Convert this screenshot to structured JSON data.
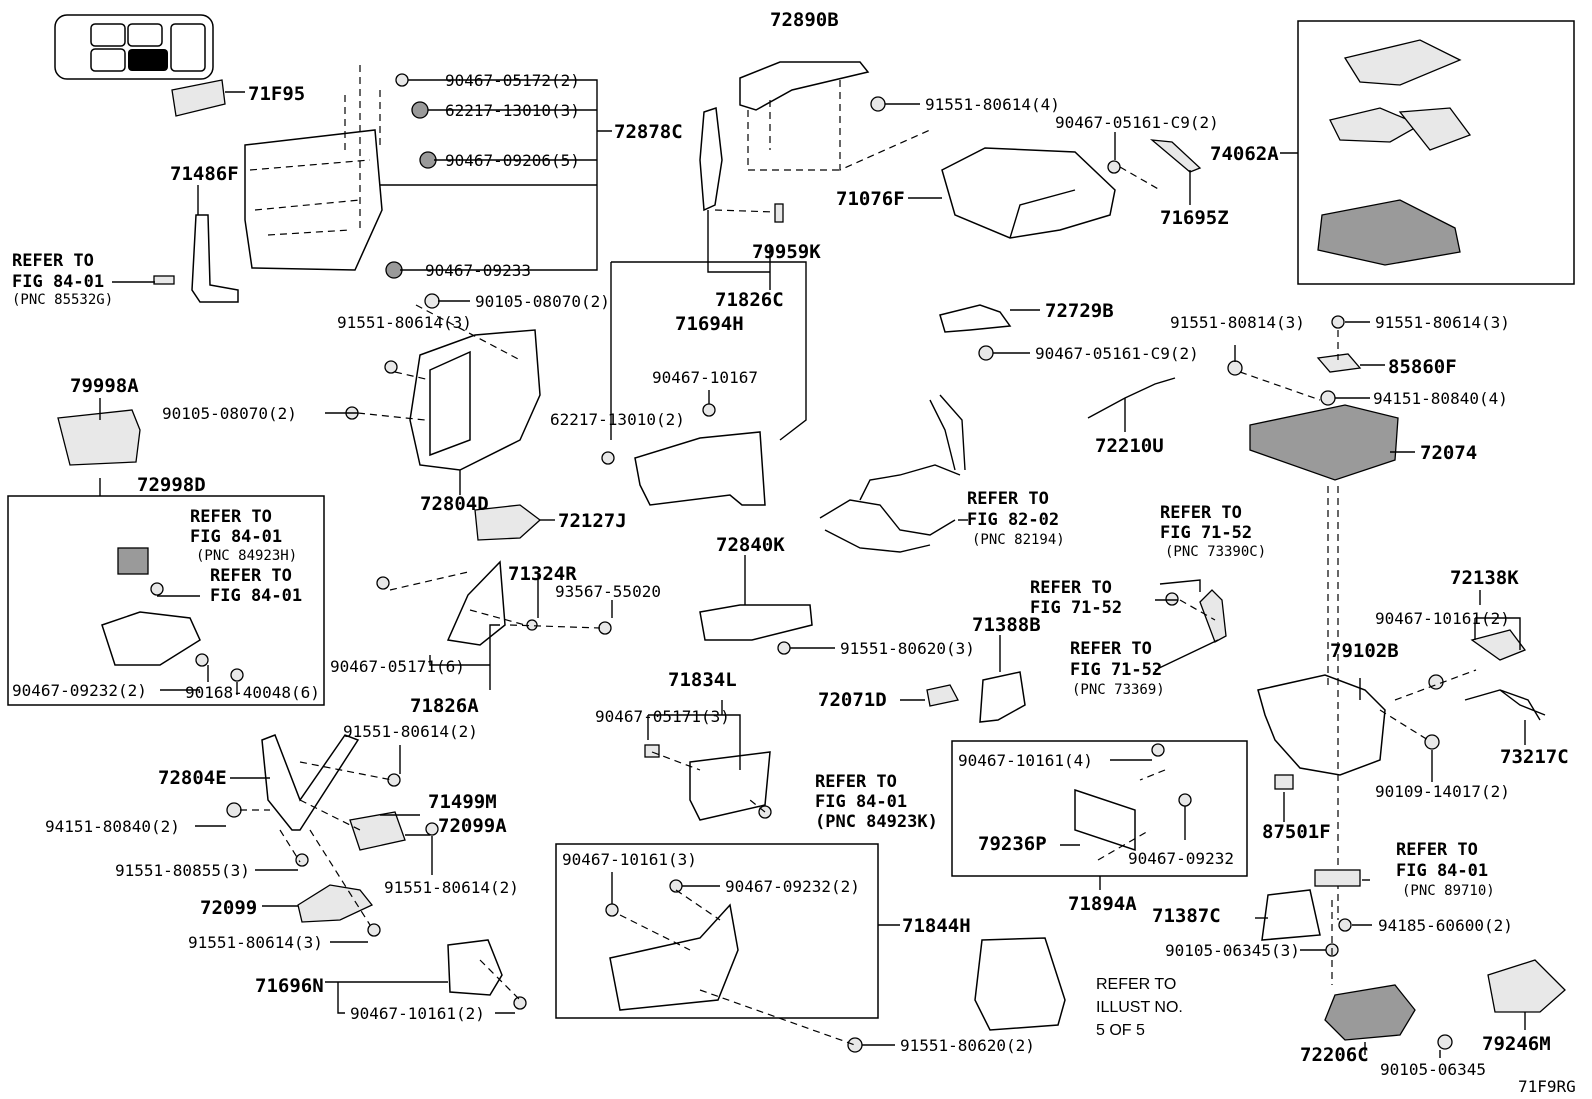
{
  "diagram_code": "71F9RG",
  "labels": {
    "p72890B": "72890B",
    "p71F95": "71F95",
    "p72878C": "72878C",
    "p90467_05172": "90467-05172(2)",
    "p62217_13010_3": "62217-13010(3)",
    "p90467_09206": "90467-09206(5)",
    "p90467_09233": "90467-09233",
    "p71486F": "71486F",
    "p90105_08070_2a": "90105-08070(2)",
    "p91551_80614_3a": "91551-80614(3)",
    "p79998A": "79998A",
    "p90105_08070_2b": "90105-08070(2)",
    "p72804D": "72804D",
    "p72998D": "72998D",
    "p91551_80614_4": "91551-80614(4)",
    "p90467_05161_C9_2a": "90467-05161-C9(2)",
    "p71076F": "71076F",
    "p71695Z": "71695Z",
    "p74062A": "74062A",
    "p79959K": "79959K",
    "p71826C": "71826C",
    "p71694H": "71694H",
    "p90467_10167": "90467-10167",
    "p62217_13010_2": "62217-13010(2)",
    "p72729B": "72729B",
    "p90467_05161_C9_2b": "90467-05161-C9(2)",
    "p91551_80814_3": "91551-80814(3)",
    "p91551_80614_3b": "91551-80614(3)",
    "p85860F": "85860F",
    "p94151_80840_4": "94151-80840(4)",
    "p72210U": "72210U",
    "p72074": "72074",
    "p72127J": "72127J",
    "p71324R": "71324R",
    "p93567_55020": "93567-55020",
    "p90467_05171_6": "90467-05171(6)",
    "p71826A": "71826A",
    "p72840K": "72840K",
    "p91551_80620_3": "91551-80620(3)",
    "p71388B": "71388B",
    "p72071D": "72071D",
    "p72138K": "72138K",
    "p90467_10161_2a": "90467-10161(2)",
    "p79102B": "79102B",
    "p73217C": "73217C",
    "p90109_14017_2": "90109-14017(2)",
    "p87501F": "87501F",
    "p90467_09232_2a": "90467-09232(2)",
    "p90168_40048_6": "90168-40048(6)",
    "p91551_80614_2a": "91551-80614(2)",
    "p72804E": "72804E",
    "p71499M": "71499M",
    "p72099A": "72099A",
    "p94151_80840_2": "94151-80840(2)",
    "p91551_80855_3": "91551-80855(3)",
    "p91551_80614_2b": "91551-80614(2)",
    "p72099": "72099",
    "p91551_80614_3c": "91551-80614(3)",
    "p71696N": "71696N",
    "p90467_10161_2b": "90467-10161(2)",
    "p71834L": "71834L",
    "p90467_05171_3": "90467-05171(3)",
    "p90467_10161_3": "90467-10161(3)",
    "p90467_09232_2b": "90467-09232(2)",
    "p71844H": "71844H",
    "p91551_80620_2": "91551-80620(2)",
    "p90467_10161_4": "90467-10161(4)",
    "p79236P": "79236P",
    "p90467_09232": "90467-09232",
    "p71894A": "71894A",
    "p71387C": "71387C",
    "p94185_60600_2": "94185-60600(2)",
    "p90105_06345_3": "90105-06345(3)",
    "p72206C": "72206C",
    "p90105_06345": "90105-06345",
    "p79246M": "79246M"
  },
  "refs": {
    "r1": {
      "l1": "REFER TO",
      "l2": "FIG 84-01",
      "pnc": "(PNC 85532G)"
    },
    "r2": {
      "l1": "REFER TO",
      "l2": "FIG 84-01",
      "pnc": "(PNC 84923H)"
    },
    "r3": {
      "l1": "REFER TO",
      "l2": "FIG 84-01"
    },
    "r4": {
      "l1": "REFER TO",
      "l2": "FIG 82-02",
      "pnc": "(PNC 82194)"
    },
    "r5": {
      "l1": "REFER TO",
      "l2": "FIG 71-52",
      "pnc": "(PNC 73390C)"
    },
    "r6": {
      "l1": "REFER TO",
      "l2": "FIG 71-52"
    },
    "r7": {
      "l1": "REFER TO",
      "l2": "FIG 71-52",
      "pnc": "(PNC 73369)"
    },
    "r8": {
      "l1": "REFER TO",
      "l2": "FIG 84-01",
      "pnc": "(PNC 84923K)"
    },
    "r9": {
      "l1": "REFER TO",
      "l2": "FIG 84-01",
      "pnc": "(PNC 89710)"
    },
    "r10": {
      "l1": "REFER TO",
      "l2": "ILLUST NO.",
      "l3": "5 OF 5"
    }
  }
}
